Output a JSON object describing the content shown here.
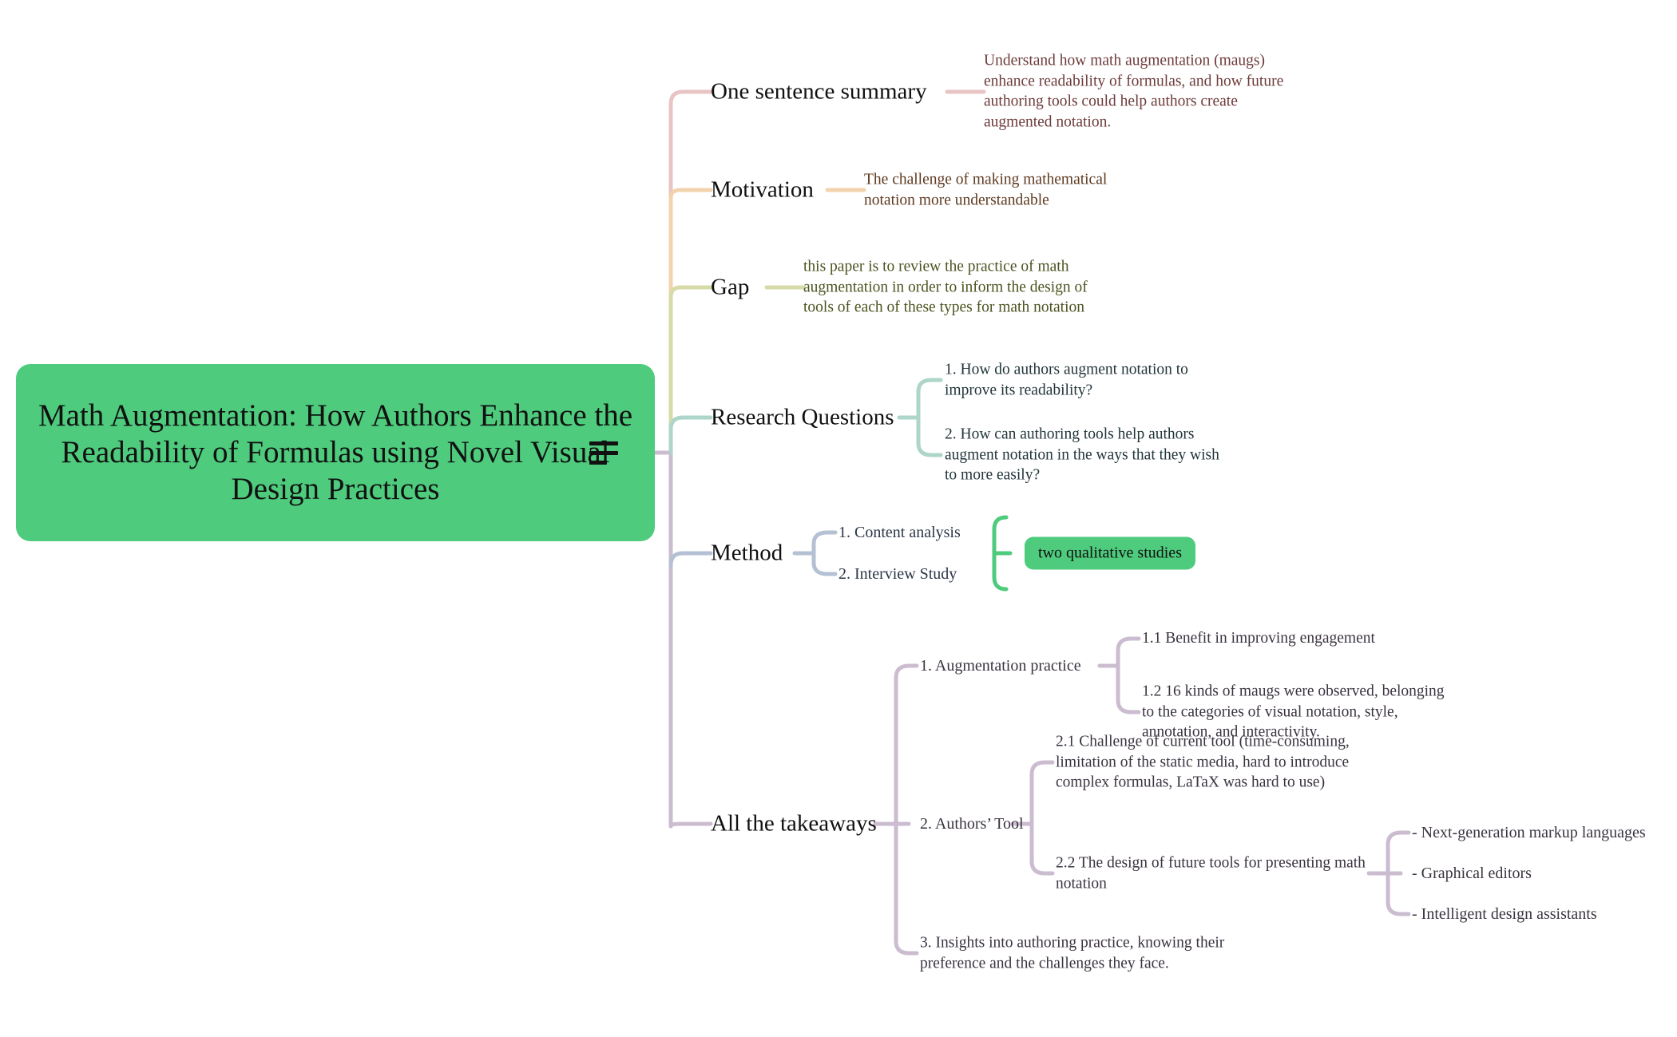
{
  "root": {
    "title": "Math Augmentation: How Authors Enhance the Readability of Formulas using Novel Visual Design Practices",
    "color": "#4ECB7D",
    "collapse_icon": "hamburger-equals-icon"
  },
  "colors": {
    "branch_pink": "#e8c4c4",
    "branch_orange": "#f3d3ae",
    "branch_olive": "#d7dba8",
    "branch_teal": "#aed5c9",
    "branch_slate": "#b4c1d4",
    "branch_plum": "#cbbcd0",
    "accent_green": "#4ECB7D",
    "badge_green": "#4ECB7D"
  },
  "branches": [
    {
      "label": "One sentence summary",
      "detail": "Understand how math augmentation (maugs) enhance readability of formulas, and how future authoring tools could help authors create augmented notation."
    },
    {
      "label": "Motivation",
      "detail": "The challenge of making mathematical notation more understandable"
    },
    {
      "label": "Gap",
      "detail": "this paper is to review the practice of math augmentation in order to inform the design of tools of each of these types for math notation"
    },
    {
      "label": "Research Questions",
      "items": [
        "1. How do authors augment notation to improve its readability?",
        "2. How can authoring tools help authors augment notation in the ways that they wish to more easily?"
      ]
    },
    {
      "label": "Method",
      "items": [
        "1. Content analysis",
        "2. Interview Study"
      ],
      "badge": "two qualitative studies"
    },
    {
      "label": "All the takeaways",
      "items": [
        {
          "text": "1. Augmentation practice",
          "children": [
            "1.1  Benefit in improving engagement",
            "1.2 16 kinds of maugs were observed, belonging to the categories of visual notation, style, annotation, and interactivity."
          ]
        },
        {
          "text": "2. Authors’ Tool",
          "children": [
            "2.1 Challenge of current tool (time-consuming, limitation of the static media, hard to introduce complex formulas, LaTaX was hard to use)",
            "2.2 The design of future tools for presenting math notation"
          ],
          "grandchildren": [
            "- Next-generation markup languages",
            "- Graphical editors",
            "- Intelligent design assistants"
          ]
        },
        {
          "text": "3. Insights into authoring practice, knowing their preference and the challenges they face."
        }
      ]
    }
  ]
}
